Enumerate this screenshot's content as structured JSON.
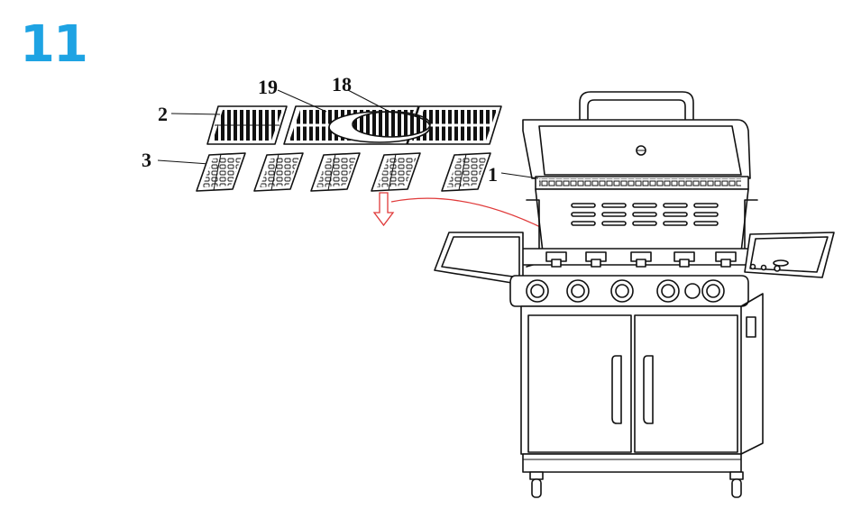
{
  "step": {
    "number": "11",
    "color": "#1ea3e3"
  },
  "callouts": {
    "part_1": "1",
    "part_2": "2",
    "part_3": "3",
    "part_18": "18",
    "part_19": "19"
  },
  "colors": {
    "line": "#111111",
    "arrow": "#e03a3a"
  },
  "icons": [
    "down-arrow-icon"
  ]
}
